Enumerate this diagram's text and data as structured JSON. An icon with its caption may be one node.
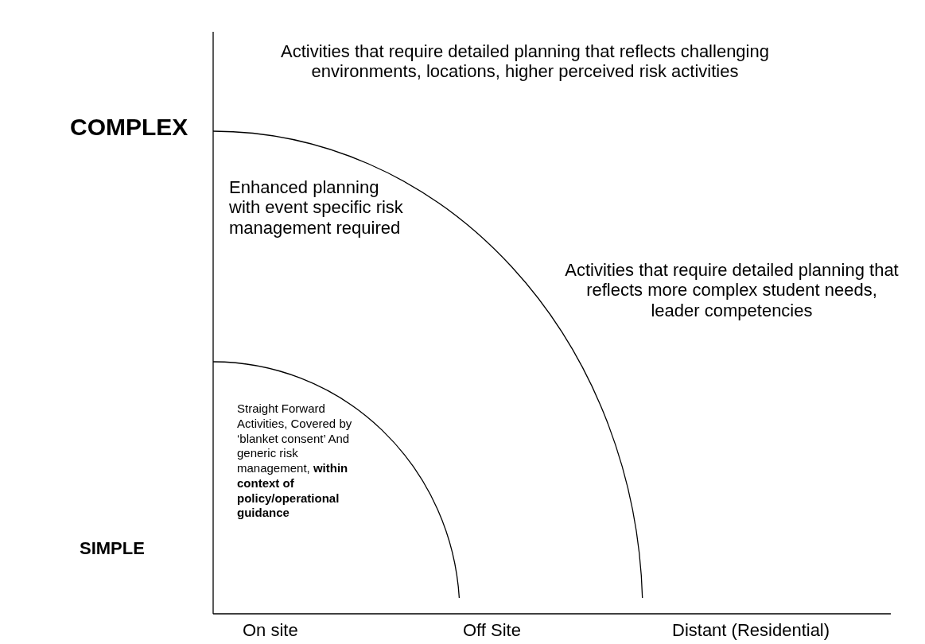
{
  "diagram": {
    "nodes": [
      {
        "text": [
          "Enhanced planning with event specific risk management required"
        ]
      },
      {
        "text": [
          "Straight Forward Activities, Covered by ‘blanket consent’ And generic risk management, **within context of policy/operational guidance**"
        ],
        "in": 0
      }
    ],
    "labels": [
      "Activities that require detailed planning that reflects challenging environments, locations, higher perceived risk activities",
      "COMPLEX",
      "Activities that require detailed planning that reflects more complex student needs, leader competencies",
      "SIMPLE",
      "On site",
      "Off Site",
      "Distant (Residential)"
    ]
  }
}
